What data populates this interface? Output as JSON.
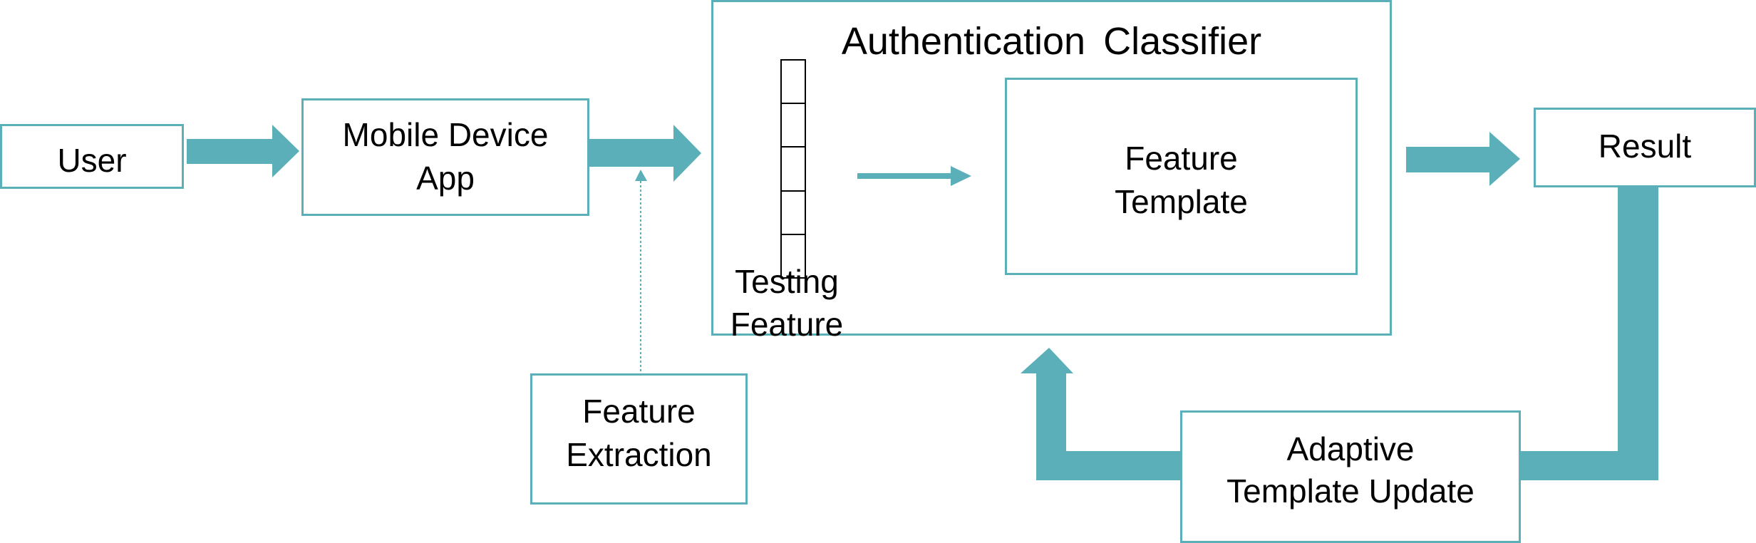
{
  "diagram": {
    "accent_color": "#5aafb8",
    "nodes": {
      "user": "User",
      "mobile_app": [
        "Mobile Device",
        "App"
      ],
      "classifier_title": "Authentication Classifier",
      "feature_template": [
        "Feature",
        "Template"
      ],
      "testing_feature": [
        "Testing",
        "Feature"
      ],
      "result": "Result",
      "feature_extraction": [
        "Feature",
        "Extraction"
      ],
      "adaptive_update": [
        "Adaptive",
        "Template Update"
      ]
    }
  }
}
